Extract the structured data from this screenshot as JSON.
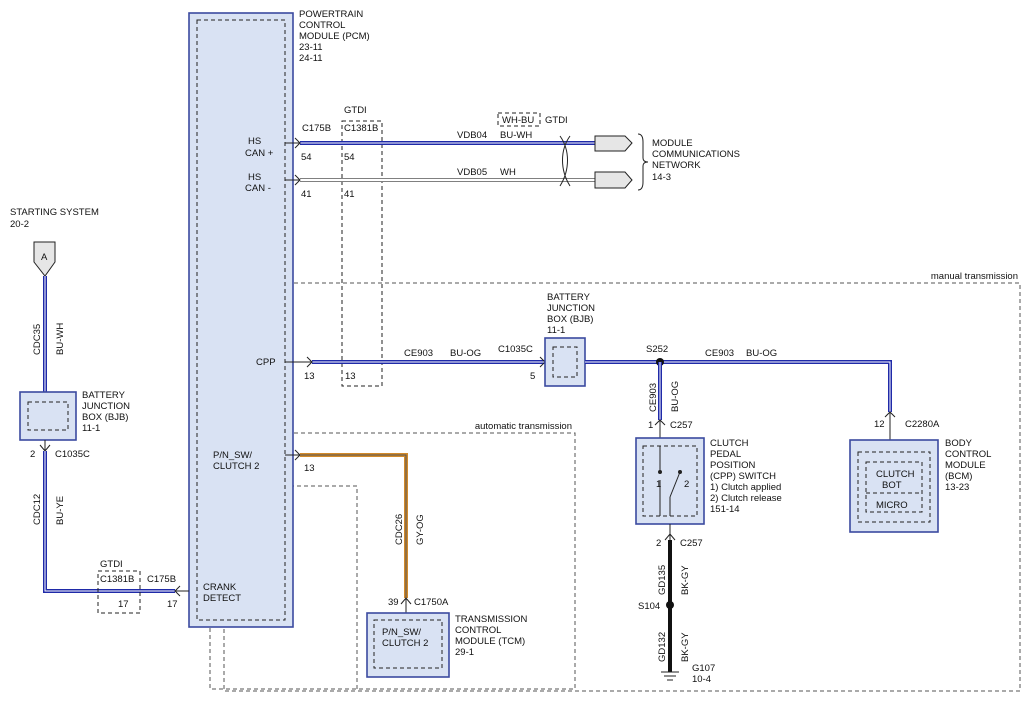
{
  "pcm": {
    "title": [
      "POWERTRAIN",
      "CONTROL",
      "MODULE (PCM)",
      "23-11",
      "24-11"
    ]
  },
  "pins": {
    "hs_can_plus": [
      "HS",
      "CAN +"
    ],
    "hs_can_minus": [
      "HS",
      "CAN -"
    ],
    "cpp": "CPP",
    "pn_sw": [
      "P/N_SW/",
      "CLUTCH 2"
    ],
    "crank": [
      "CRANK",
      "DETECT"
    ]
  },
  "connectors": {
    "c175b": "C175B",
    "c1381b": "C1381B",
    "gtdi": "GTDI",
    "c1035c": "C1035C",
    "s252": "S252",
    "c257": "C257",
    "c2280a": "C2280A",
    "c1750a": "C1750A",
    "s104": "S104",
    "g107": [
      "G107",
      "10-4"
    ]
  },
  "pin_numbers": {
    "p54a": "54",
    "p54b": "54",
    "p41a": "41",
    "p41b": "41",
    "p13a": "13",
    "p13b": "13",
    "p13c": "13",
    "p5": "5",
    "p1": "1",
    "p2": "2",
    "p12": "12",
    "p39": "39",
    "p17a": "17",
    "p17b": "17",
    "p2bjb": "2",
    "sw1": "1",
    "sw2": "2"
  },
  "wires": {
    "vdb04": "VDB04",
    "vdb04_color": "BU-WH",
    "wh_bu": "WH-BU",
    "vdb05": "VDB05",
    "vdb05_color": "WH",
    "ce903": "CE903",
    "ce903_color": "BU-OG",
    "cdc35": "CDC35",
    "cdc35_color": "BU-WH",
    "cdc12": "CDC12",
    "cdc12_color": "BU-YE",
    "cdc26": "CDC26",
    "cdc26_color": "GY-OG",
    "gd135": "GD135",
    "gd135_color": "BK-GY",
    "gd132": "GD132",
    "gd132_color": "BK-GY"
  },
  "network": [
    "MODULE",
    "COMMUNICATIONS",
    "NETWORK",
    "14-3"
  ],
  "starting": [
    "STARTING SYSTEM",
    "20-2"
  ],
  "connector_a": "A",
  "bjb": [
    "BATTERY",
    "JUNCTION",
    "BOX (BJB)",
    "11-1"
  ],
  "manual_label": "manual transmission",
  "auto_label": "automatic transmission",
  "cpp_switch": [
    "CLUTCH",
    "PEDAL",
    "POSITION",
    "(CPP) SWITCH",
    "1) Clutch applied",
    "2) Clutch release",
    "151-14"
  ],
  "bcm": [
    "BODY",
    "CONTROL",
    "MODULE",
    "(BCM)",
    "13-23"
  ],
  "bcm_inner": [
    "CLUTCH",
    "BOT",
    "MICRO"
  ],
  "tcm": [
    "TRANSMISSION",
    "CONTROL",
    "MODULE (TCM)",
    "29-1"
  ],
  "tcm_inner": [
    "P/N_SW/",
    "CLUTCH 2"
  ],
  "colors": {
    "blue": "#1f2aa8",
    "wire_white": "#c8c8c8",
    "orange": "#d38a2a",
    "module_fill": "#d9e2f3",
    "module_stroke": "#3b4aa0"
  }
}
